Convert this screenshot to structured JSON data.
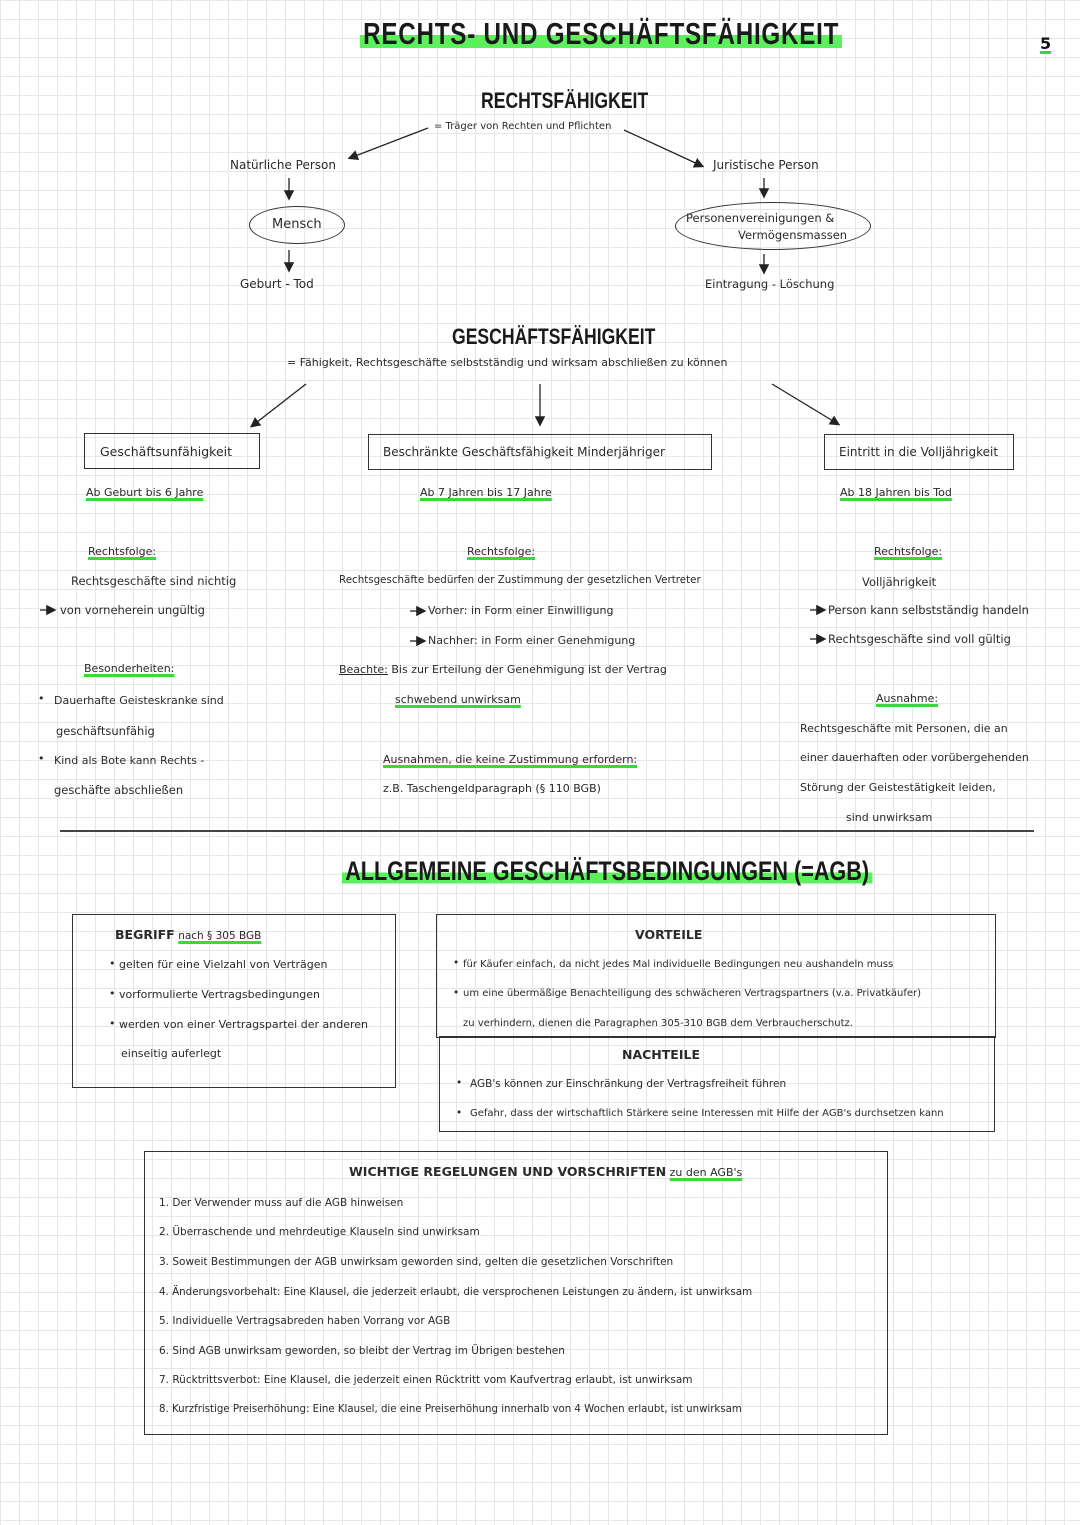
{
  "page_number": "5",
  "title": "RECHTS- UND GESCHÄFTSFÄHIGKEIT",
  "rechtsfaehigkeit": {
    "heading": "RECHTSFÄHIGKEIT",
    "definition": "= Träger von Rechten und Pflichten",
    "left": {
      "label": "Natürliche Person",
      "ellipse": "Mensch",
      "span": "Geburt - Tod"
    },
    "right": {
      "label": "Juristische Person",
      "ellipse_line1": "Personenvereinigungen &",
      "ellipse_line2": "Vermögensmassen",
      "span": "Eintragung - Löschung"
    }
  },
  "geschaeftsfaehigkeit": {
    "heading": "GESCHÄFTSFÄHIGKEIT",
    "definition": "= Fähigkeit, Rechtsgeschäfte selbstständig und wirksam abschließen zu können",
    "columns": [
      {
        "box": "Geschäftsunfähigkeit",
        "age": "Ab Geburt bis 6 Jahre",
        "rf_label": "Rechtsfolge:",
        "rf_lines": [
          "Rechtsgeschäfte sind nichtig",
          "von vorneherein ungültig"
        ],
        "bes_label": "Besonderheiten:",
        "bes_items": [
          [
            "Dauerhafte Geisteskranke sind",
            "geschäftsunfähig"
          ],
          [
            "Kind als Bote kann Rechts -",
            "geschäfte abschließen"
          ]
        ]
      },
      {
        "box": "Beschränkte Geschäftsfähigkeit Minderjähriger",
        "age": "Ab 7 Jahren bis 17 Jahre",
        "rf_label": "Rechtsfolge:",
        "rf_lines": [
          "Rechtsgeschäfte bedürfen der Zustimmung der gesetzlichen Vertreter",
          "Vorher: in Form einer Einwilligung",
          "Nachher: in Form einer Genehmigung"
        ],
        "beachte_label": "Beachte:",
        "beachte_text": "Bis zur Erteilung der Genehmigung ist der Vertrag",
        "beachte_green": "schwebend unwirksam",
        "ausnahmen_label": "Ausnahmen, die keine Zustimmung erfordern:",
        "ausnahmen_text": "z.B. Taschengeldparagraph (§ 110 BGB)"
      },
      {
        "box": "Eintritt in die Volljährigkeit",
        "age": "Ab 18 Jahren bis Tod",
        "rf_label": "Rechtsfolge:",
        "rf_lines": [
          "Volljährigkeit",
          "Person kann selbstständig handeln",
          "Rechtsgeschäfte sind voll gültig"
        ],
        "ausnahme_label": "Ausnahme:",
        "ausnahme_lines": [
          "Rechtsgeschäfte mit Personen, die an",
          "einer dauerhaften oder vorübergehenden",
          "Störung der Geistestätigkeit leiden,",
          "sind unwirksam"
        ]
      }
    ]
  },
  "agb": {
    "heading": "ALLGEMEINE GESCHÄFTSBEDINGUNGEN (=AGB)",
    "begriff": {
      "label": "BEGRIFF",
      "ref": "nach § 305 BGB",
      "items": [
        "gelten für eine Vielzahl von Verträgen",
        "vorformulierte Vertragsbedingungen",
        "werden von einer Vertragspartei der anderen",
        "einseitig auferlegt"
      ]
    },
    "vorteile": {
      "label": "VORTEILE",
      "items": [
        "für Käufer einfach, da nicht jedes Mal individuelle Bedingungen neu aushandeln muss",
        "um eine übermäßige Benachteiligung des schwächeren Vertragspartners (v.a. Privatkäufer)",
        "zu verhindern, dienen die Paragraphen 305-310 BGB dem Verbraucherschutz."
      ]
    },
    "nachteile": {
      "label": "NACHTEILE",
      "items": [
        "AGB's können zur Einschränkung der Vertragsfreiheit führen",
        "Gefahr, dass der wirtschaftlich Stärkere seine Interessen mit Hilfe der AGB's durchsetzen kann"
      ]
    },
    "regelungen": {
      "label": "WICHTIGE REGELUNGEN UND VORSCHRIFTEN",
      "label_suffix": "zu den AGB's",
      "items": [
        "1. Der Verwender muss auf die AGB hinweisen",
        "2. Überraschende und mehrdeutige Klauseln sind unwirksam",
        "3. Soweit Bestimmungen der AGB unwirksam geworden sind, gelten die gesetzlichen Vorschriften",
        "4. Änderungsvorbehalt: Eine Klausel, die jederzeit erlaubt, die versprochenen Leistungen zu ändern, ist unwirksam",
        "5. Individuelle Vertragsabreden haben Vorrang vor AGB",
        "6. Sind AGB unwirksam geworden, so bleibt der Vertrag im Übrigen bestehen",
        "7. Rücktrittsverbot: Eine Klausel, die jederzeit einen Rücktritt vom Kaufvertrag erlaubt, ist unwirksam",
        "8. Kurzfristige Preiserhöhung: Eine Klausel, die eine Preiserhöhung innerhalb von 4 Wochen erlaubt, ist unwirksam"
      ]
    }
  },
  "colors": {
    "highlight": "#5cf05c",
    "ink": "#222222",
    "grid": "#e3e6ea"
  }
}
